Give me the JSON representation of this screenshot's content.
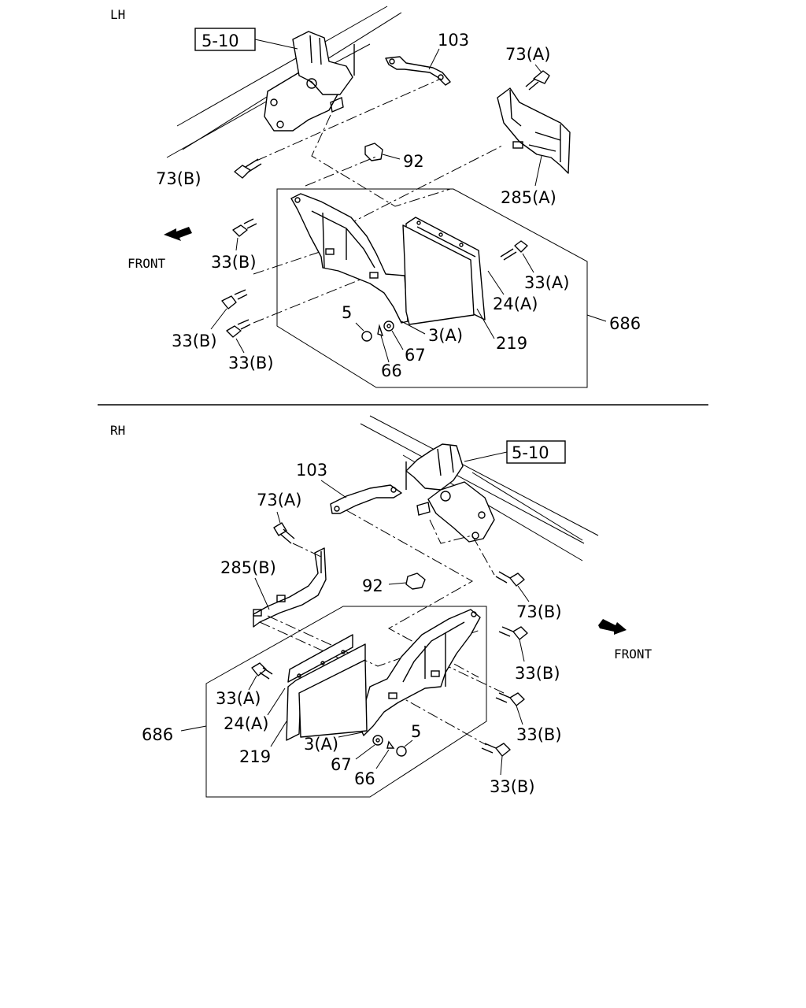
{
  "diagram": {
    "lh": {
      "section_label": "LH",
      "ref_box": "5-10",
      "front_label": "FRONT",
      "callouts": {
        "p103": "103",
        "p73a": "73(A)",
        "p73b": "73(B)",
        "p92": "92",
        "p285a": "285(A)",
        "p33b_1": "33(B)",
        "p33a": "33(A)",
        "p24a": "24(A)",
        "p33b_2": "33(B)",
        "p5": "5",
        "p3a": "3(A)",
        "p219": "219",
        "p686": "686",
        "p33b_3": "33(B)",
        "p67": "67",
        "p66": "66"
      }
    },
    "rh": {
      "section_label": "RH",
      "ref_box": "5-10",
      "front_label": "FRONT",
      "callouts": {
        "p103": "103",
        "p73a": "73(A)",
        "p285b": "285(B)",
        "p92": "92",
        "p73b": "73(B)",
        "p33b_1": "33(B)",
        "p33a": "33(A)",
        "p24a": "24(A)",
        "p686": "686",
        "p33b_2": "33(B)",
        "p219": "219",
        "p3a": "3(A)",
        "p5": "5",
        "p67": "67",
        "p66": "66",
        "p33b_3": "33(B)"
      }
    }
  }
}
